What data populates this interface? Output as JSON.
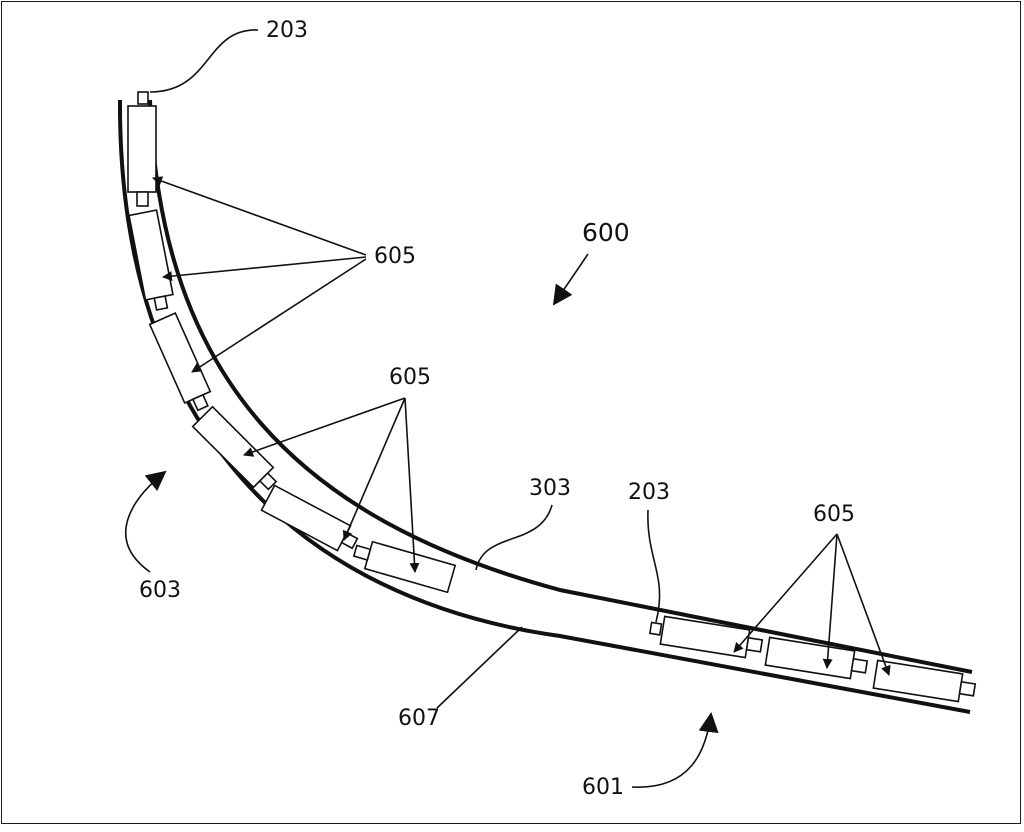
{
  "figure": {
    "stroke_color": "#111111",
    "background_color": "#ffffff",
    "labels": {
      "ref_600": "600",
      "ref_601": "601",
      "ref_603": "603",
      "ref_607": "607",
      "ref_303": "303",
      "ref_203_top": "203",
      "ref_203_right": "203",
      "ref_605_upper": "605",
      "ref_605_middle": "605",
      "ref_605_right": "605"
    }
  }
}
